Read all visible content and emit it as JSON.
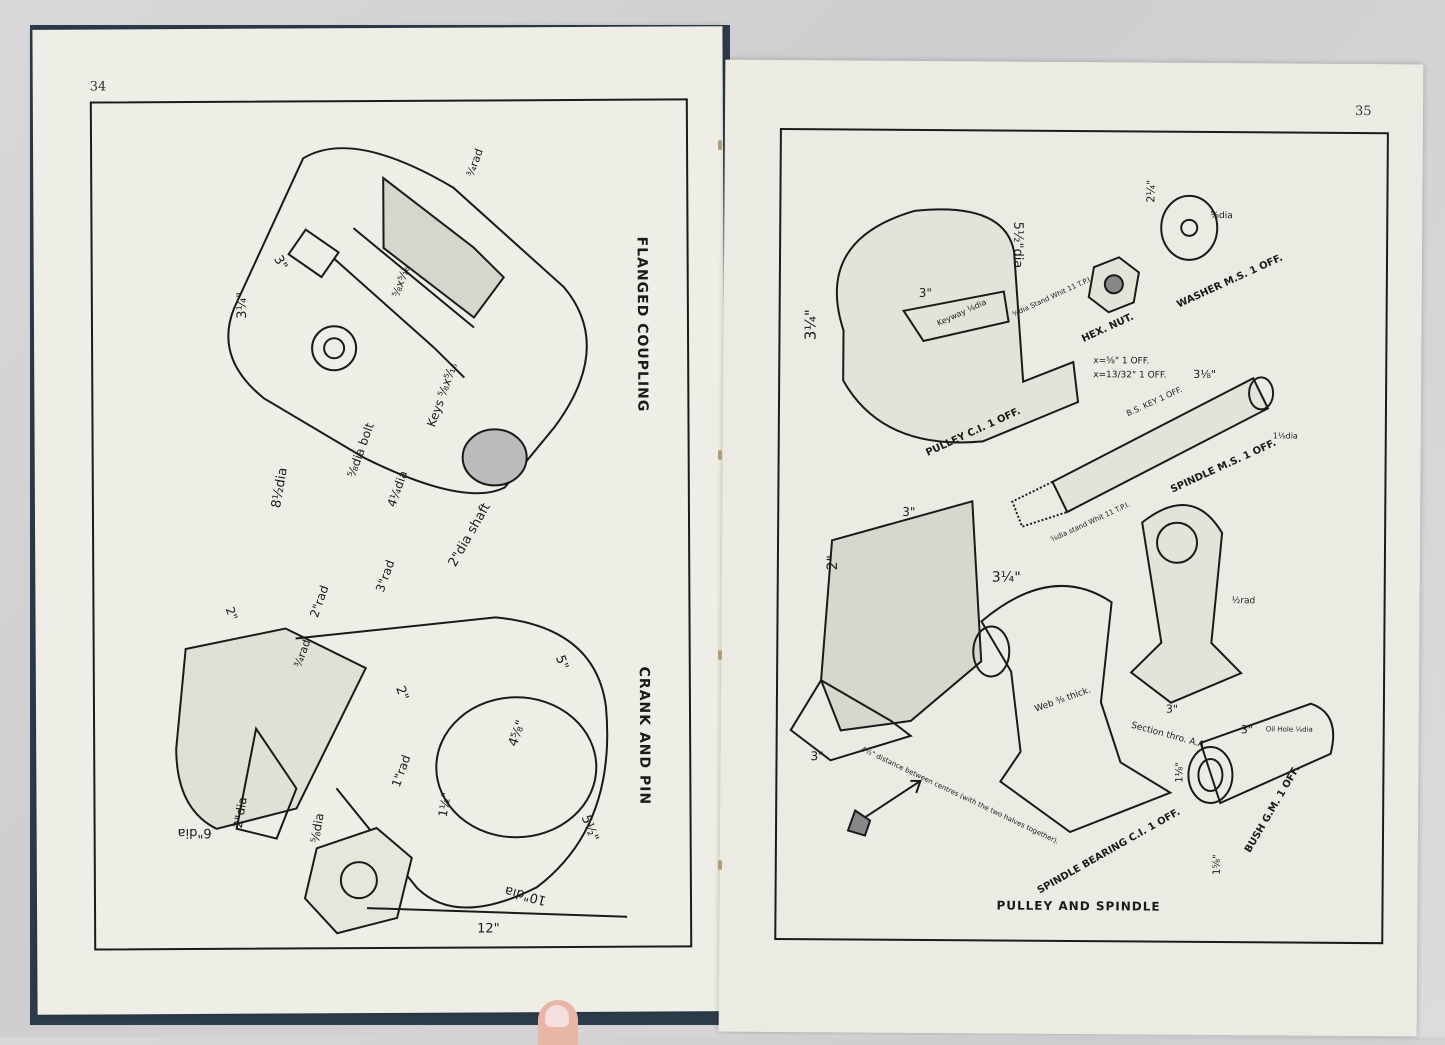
{
  "left_page": {
    "page_number": "34",
    "figures": [
      {
        "title": "FLANGED COUPLING",
        "labels": [
          "3\"",
          "3¼\"",
          "⅝dia bolt",
          "4¼dia",
          "8½dia",
          "2\"dia shaft",
          "Keys ⅝x⁵⁄₁₆",
          "⅝x⁵⁄₁₆",
          "¾rad"
        ]
      },
      {
        "title": "CRANK AND PIN",
        "labels": [
          "2\"",
          "2\"rad",
          "3\"rad",
          "2\"",
          "5\"",
          "4⅝\"",
          "5½\"",
          "1\"rad",
          "2\"dia",
          "⅝dia",
          "6\"dia",
          "10\"dia",
          "1½\"",
          "12\"",
          "¾rad"
        ]
      }
    ]
  },
  "right_page": {
    "page_number": "35",
    "title": "PULLEY AND SPINDLE",
    "parts": [
      {
        "name": "PULLEY C.I. 1 OFF.",
        "labels": [
          "5½\"dia",
          "3\"",
          "3¼\"",
          "Keyway ⅛dia"
        ]
      },
      {
        "name": "HEX. NUT.",
        "qty": [
          "x=⅝\" 1 OFF.",
          "x=13/32\" 1 OFF."
        ],
        "labels": [
          "⅝dia Stand Whit 11 T.P.I."
        ]
      },
      {
        "name": "WASHER M.S. 1 OFF.",
        "labels": [
          "2¼\"",
          "⅝dia"
        ]
      },
      {
        "name": "SPINDLE M.S. 1 OFF.",
        "labels": [
          "B.S. KEY 1 OFF.",
          "3⅛\"",
          "1⅛dia",
          "⅝dia stand Whit 11 T.P.I."
        ]
      },
      {
        "name": "SPINDLE BEARING C.I. 1 OFF.",
        "labels": [
          "3\"",
          "2\"",
          "3¼\"",
          "Web ⅜ thick.",
          "4½\" distance between centres (with the two halves together).",
          "3\""
        ]
      },
      {
        "name": "Section thro. A.A.",
        "labels": [
          "½rad",
          "3\""
        ]
      },
      {
        "name": "BUSH G.M. 1 OFF.",
        "labels": [
          "3\"",
          "Oil Hole ⅛dia",
          "1⅛\"",
          "1⅝\""
        ]
      }
    ]
  }
}
